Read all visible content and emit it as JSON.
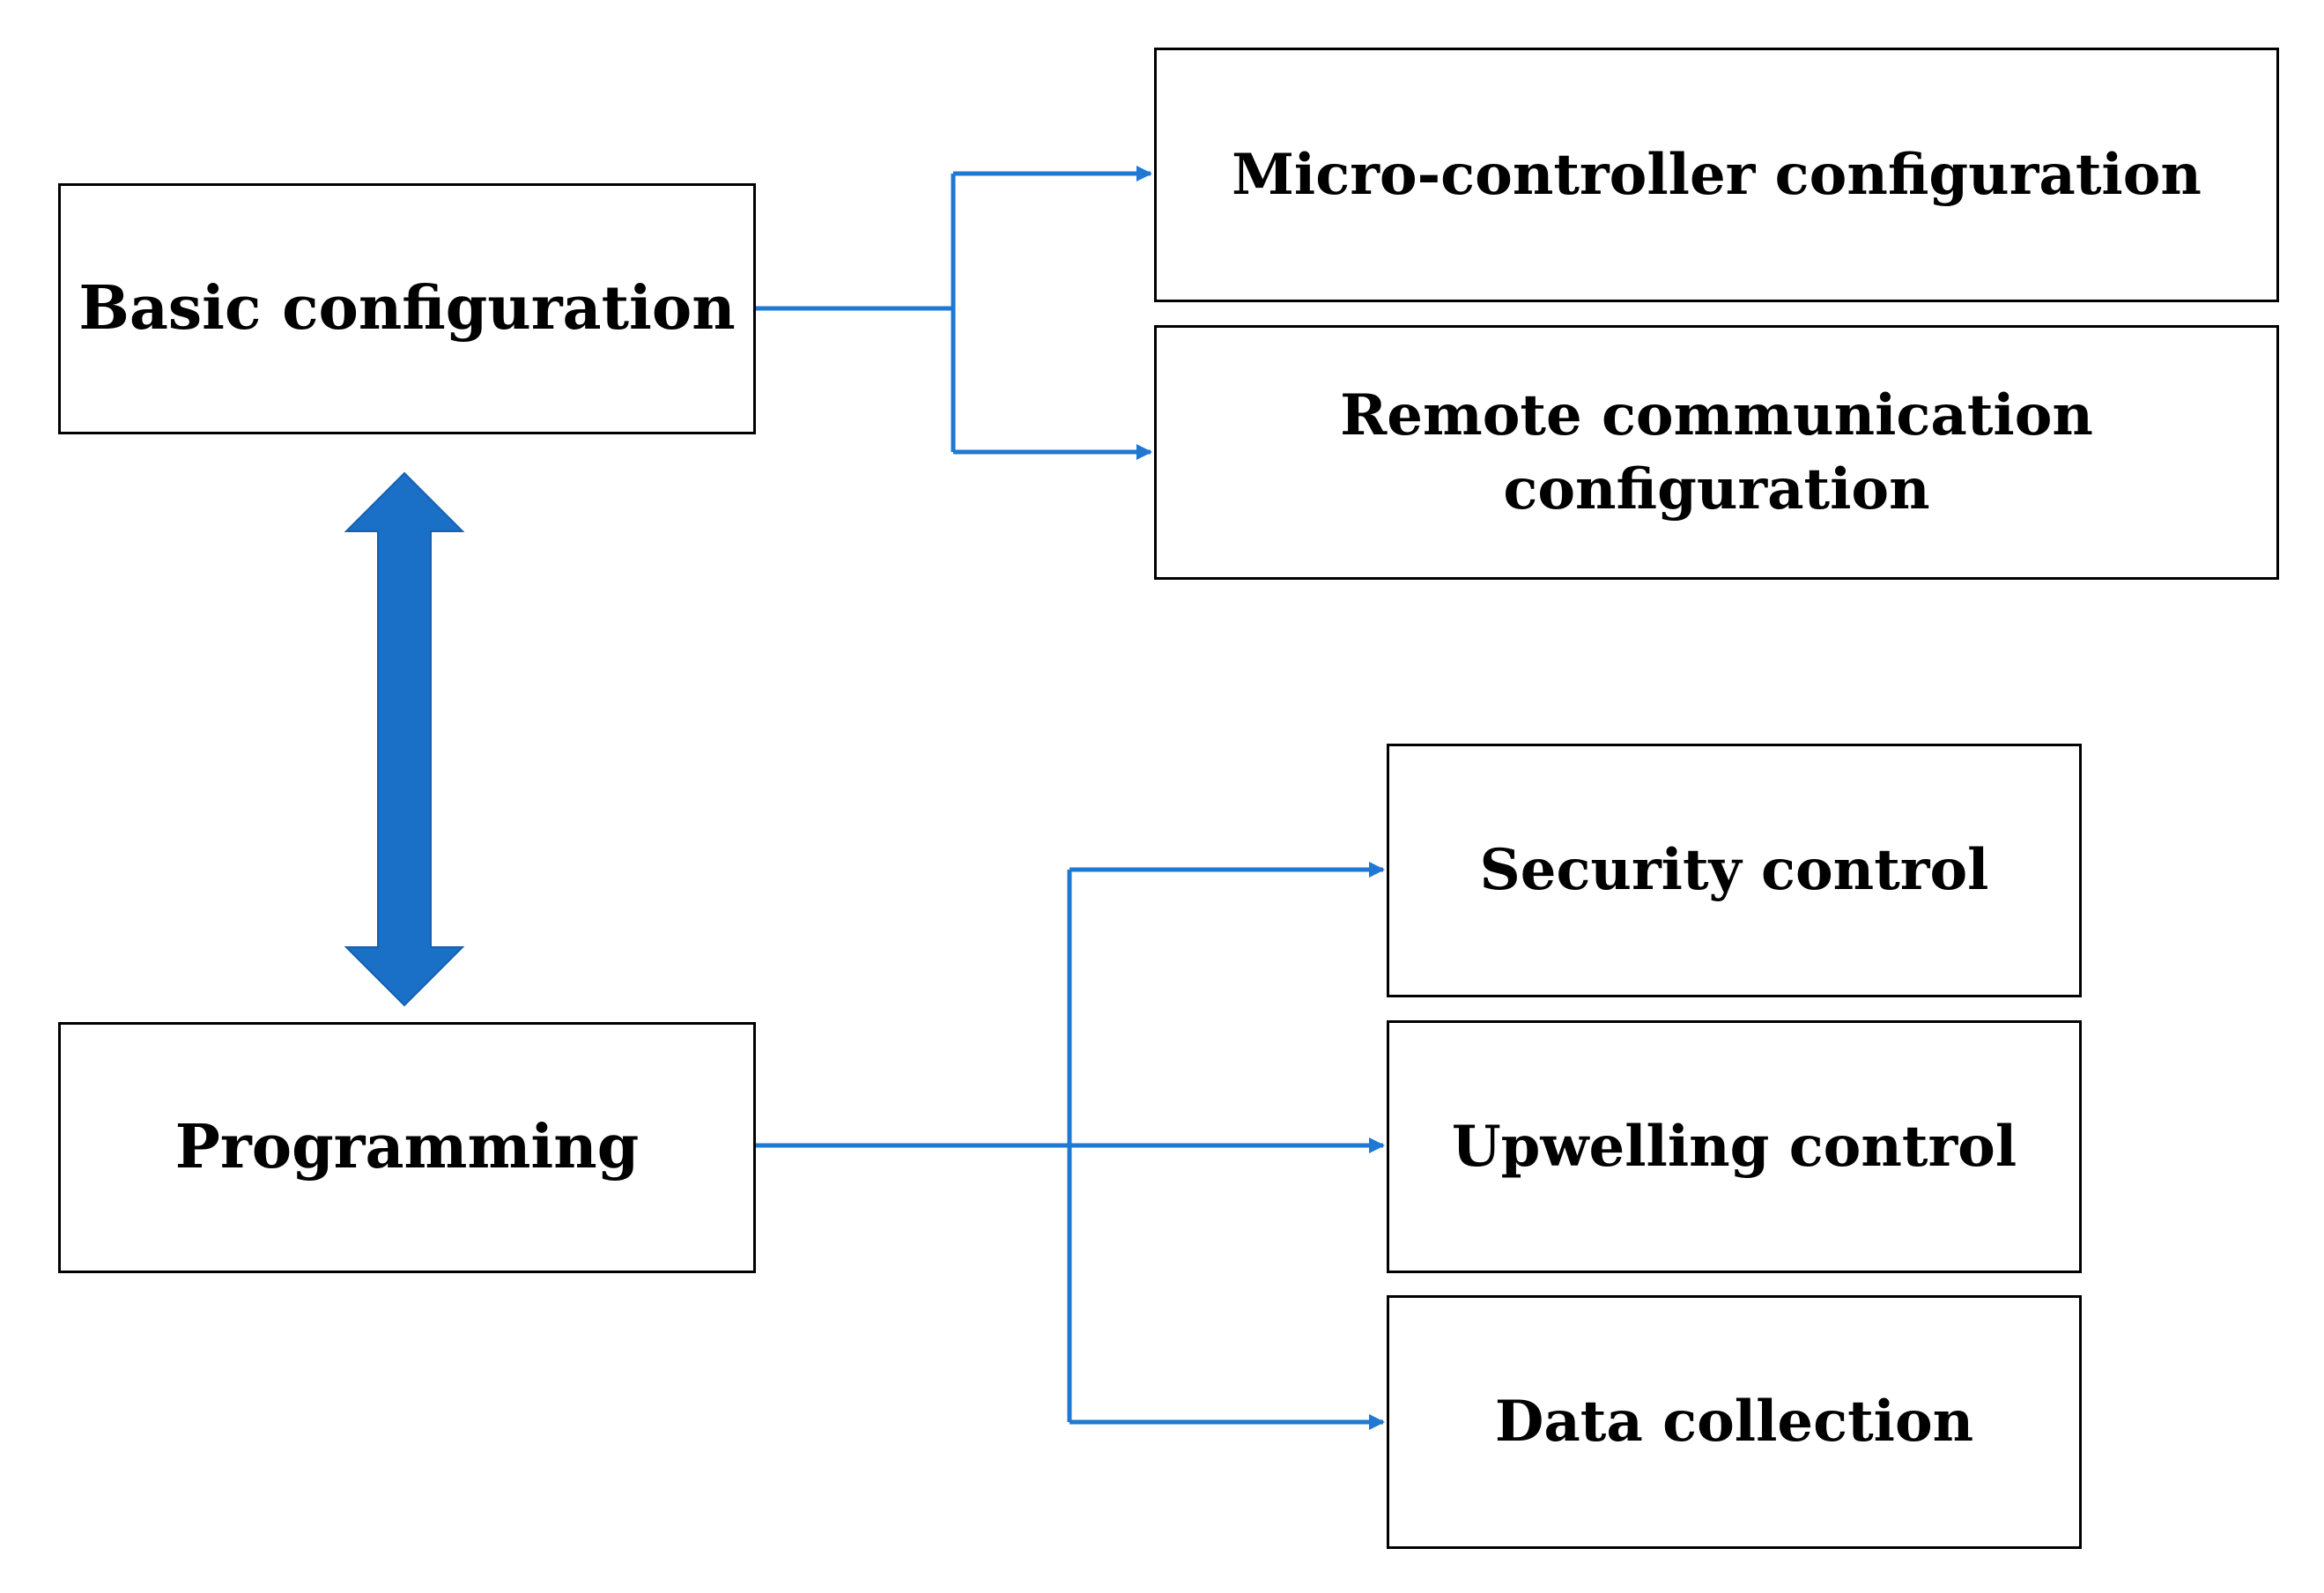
{
  "colors": {
    "connector": "#1f78d1",
    "big_arrow": "#1a6fc7",
    "box_border": "#000000",
    "text": "#000000"
  },
  "nodes": {
    "basic": "Basic configuration",
    "programming": "Programming",
    "micro": "Micro-controller configuration",
    "remote_line1": "Remote communication",
    "remote_line2": "configuration",
    "security": "Security control",
    "upwelling": "Upwelling control",
    "data": "Data collection"
  }
}
